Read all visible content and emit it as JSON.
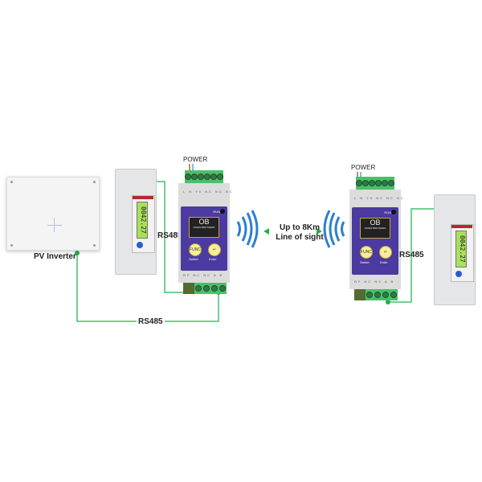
{
  "labels": {
    "pv_inverter": "PV Inverter",
    "rs485_meter_left": "RS485",
    "rs485_bottom": "RS485",
    "rs485_right": "RS485",
    "power_left": "POWER",
    "power_right": "POWER",
    "range_line1": "Up to 8Km",
    "range_line2": "Line of sight"
  },
  "gateway": {
    "logo": "OB",
    "brand": "OWEN BROTHERS",
    "func_button": "FUNC",
    "enter_button": "↵",
    "switch_label": "Switch",
    "enter_label": "Enter",
    "top_pins": "L N Y0 NC NC NC",
    "bottom_pins": "RF NC NC A B",
    "led": "RUN"
  },
  "meter": {
    "reading": "0042.27"
  },
  "colors": {
    "wire": "#22b04b",
    "panel": "#4b3aa0",
    "signal": "#2b7fd0"
  }
}
